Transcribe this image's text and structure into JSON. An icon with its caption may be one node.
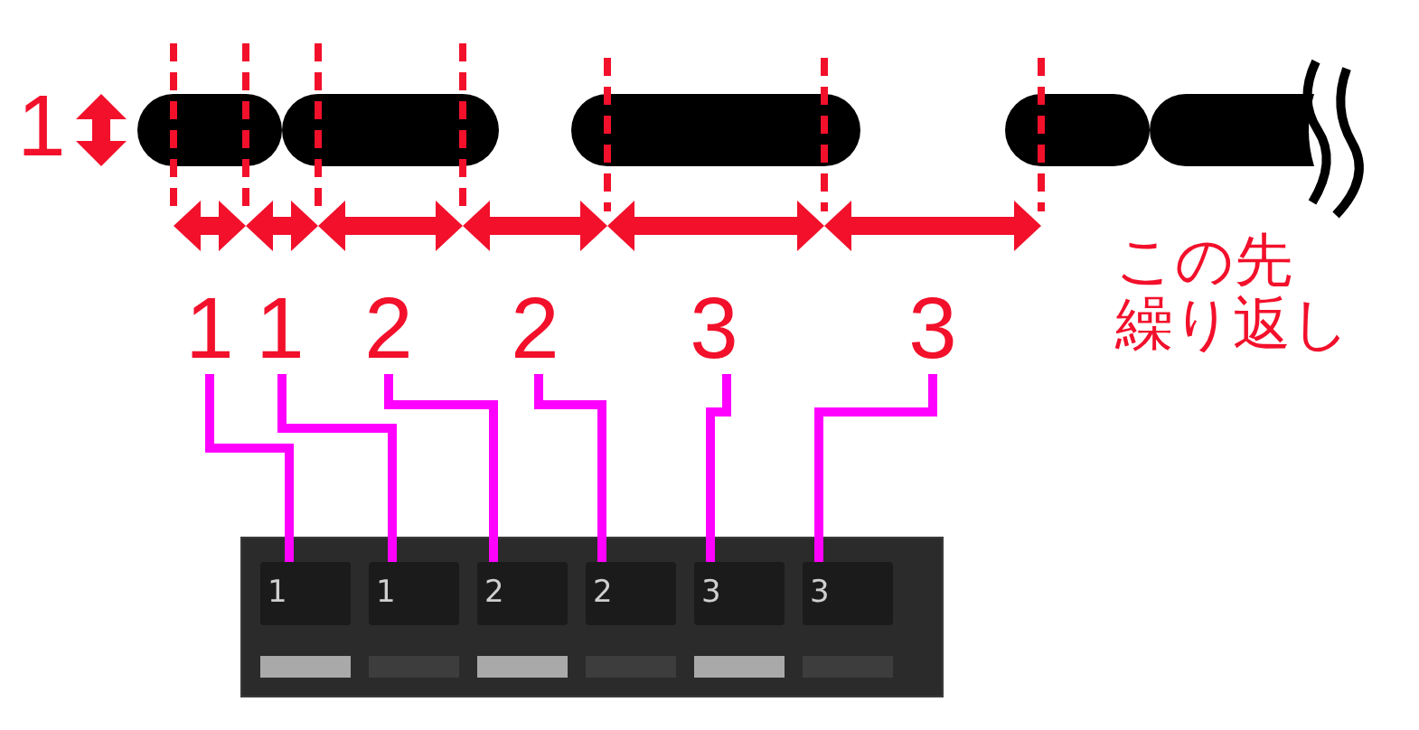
{
  "diagram": {
    "nodes": [
      {
        "text": [
          "1"
        ]
      },
      {
        "text": [
          "1"
        ]
      },
      {
        "text": [
          "2"
        ]
      },
      {
        "text": [
          "2"
        ]
      },
      {
        "text": [
          "3"
        ]
      },
      {
        "text": [
          "3"
        ]
      },
      {
        "text": [],
        "shape": "box"
      },
      {
        "text": [
          "1"
        ],
        "in": 6
      },
      {
        "text": [
          "1"
        ],
        "in": 6
      },
      {
        "text": [
          "2"
        ],
        "in": 6
      },
      {
        "text": [
          "2"
        ],
        "in": 6
      },
      {
        "text": [
          "3"
        ],
        "in": 6
      },
      {
        "text": [
          "3"
        ],
        "in": 6
      }
    ],
    "edges": [
      {
        "from": 0,
        "to": 7,
        "arrow": "none"
      },
      {
        "from": 1,
        "to": 8,
        "arrow": "none"
      },
      {
        "from": 2,
        "to": 9,
        "arrow": "none"
      },
      {
        "from": 3,
        "to": 10,
        "arrow": "none"
      },
      {
        "from": 4,
        "to": 11,
        "arrow": "none"
      },
      {
        "from": 5,
        "to": 12,
        "arrow": "none"
      }
    ],
    "labels": [
      "1",
      "この先繰り返し"
    ]
  }
}
